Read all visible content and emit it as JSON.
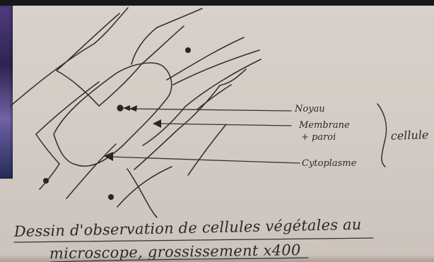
{
  "diagram": {
    "labels": {
      "noyau": "Noyau",
      "membrane": "Membrane",
      "paroi": "+ paroi",
      "cellule": "cellule",
      "cytoplasme": "Cytoplasme"
    },
    "caption": {
      "line1": "Dessin d'observation de cellules végétales au",
      "line2": "microscope, grossissement x400"
    }
  }
}
